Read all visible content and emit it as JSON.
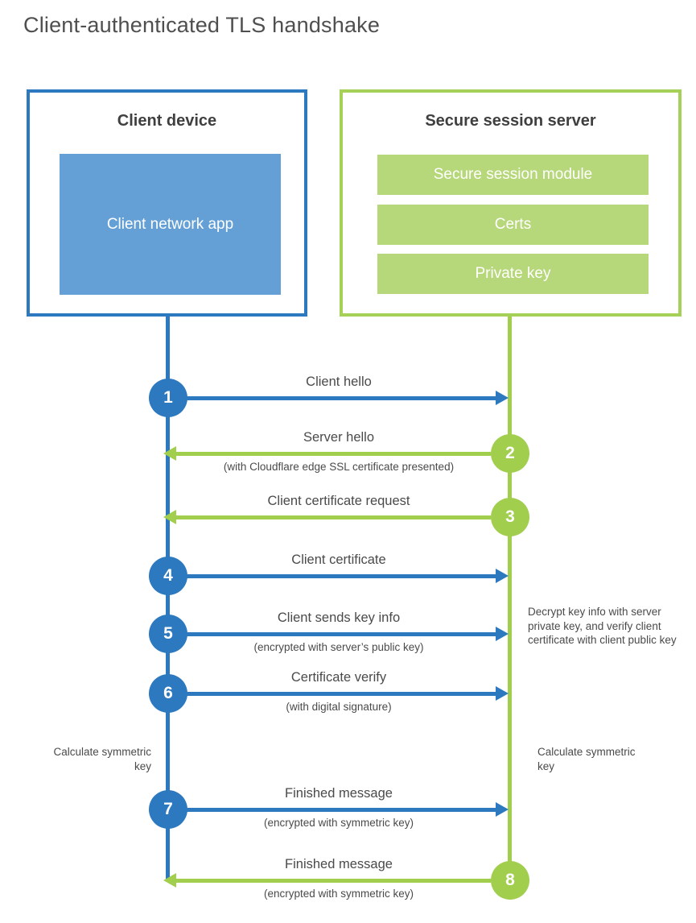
{
  "page": {
    "title": "Client-authenticated TLS handshake"
  },
  "colors": {
    "client_blue": "#2d79c0",
    "client_blue_light": "#64a0d6",
    "server_green": "#a2ce4e",
    "server_green_light": "#b6d77a",
    "text_gray": "#4a4a4a"
  },
  "client": {
    "title": "Client device",
    "app_label": "Client network app"
  },
  "server": {
    "title": "Secure session server",
    "modules": [
      "Secure session module",
      "Certs",
      "Private key"
    ]
  },
  "steps": [
    {
      "number": "1",
      "actor": "client",
      "direction": "right",
      "label": "Client hello",
      "sublabel": ""
    },
    {
      "number": "2",
      "actor": "server",
      "direction": "left",
      "label": "Server hello",
      "sublabel": "(with Cloudflare edge SSL certificate presented)"
    },
    {
      "number": "3",
      "actor": "server",
      "direction": "left",
      "label": "Client certificate request",
      "sublabel": ""
    },
    {
      "number": "4",
      "actor": "client",
      "direction": "right",
      "label": "Client certificate",
      "sublabel": ""
    },
    {
      "number": "5",
      "actor": "client",
      "direction": "right",
      "label": "Client sends key info",
      "sublabel": "(encrypted with server’s public key)"
    },
    {
      "number": "6",
      "actor": "client",
      "direction": "right",
      "label": "Certificate verify",
      "sublabel": "(with digital signature)"
    },
    {
      "number": "7",
      "actor": "client",
      "direction": "right",
      "label": "Finished message",
      "sublabel": "(encrypted with symmetric key)"
    },
    {
      "number": "8",
      "actor": "server",
      "direction": "left",
      "label": "Finished message",
      "sublabel": "(encrypted with symmetric key)"
    }
  ],
  "annotations": {
    "client_calculate": "Calculate symmetric key",
    "server_calculate": "Calculate symmetric key",
    "server_decrypt_note": "Decrypt key info with server private key, and verify client certificate with client public key"
  }
}
